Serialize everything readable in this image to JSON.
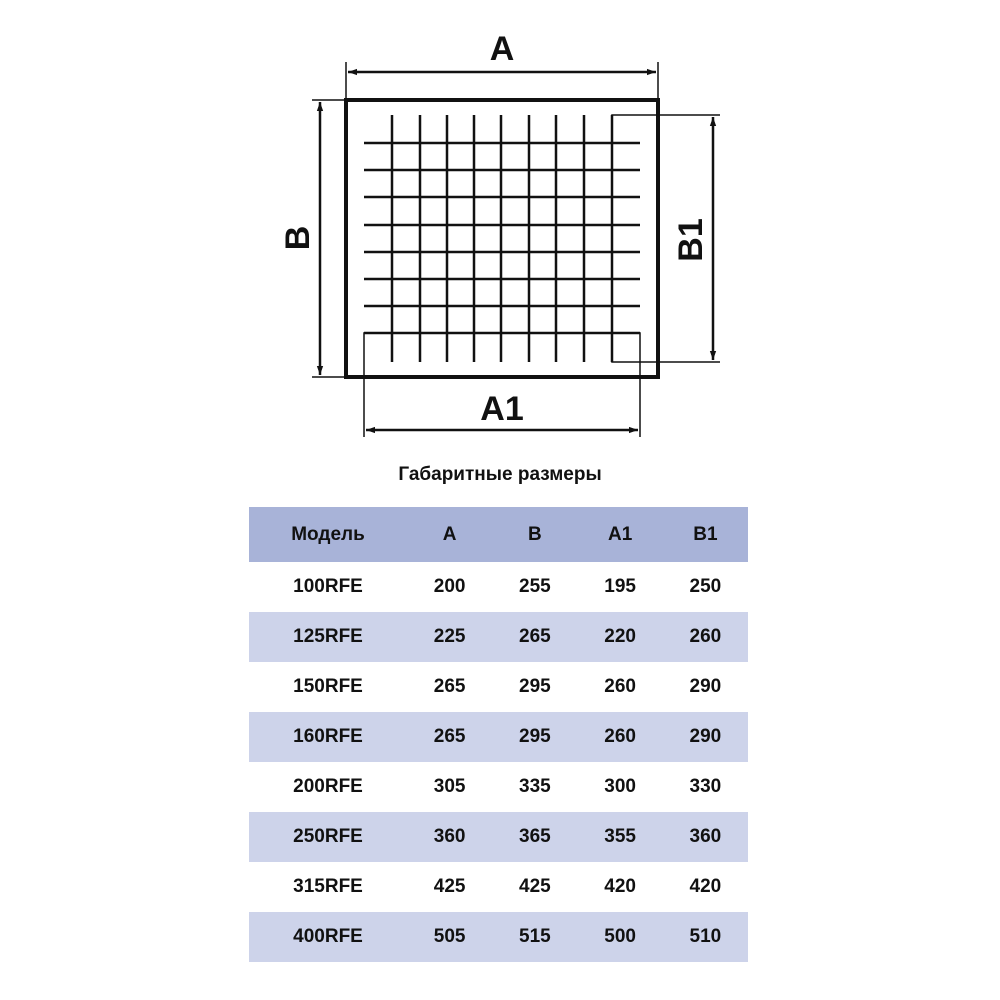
{
  "drawing": {
    "labels": {
      "a": "A",
      "b": "B",
      "a1": "A1",
      "b1": "B1"
    }
  },
  "table": {
    "title": "Габаритные размеры",
    "headers": [
      "Модель",
      "A",
      "B",
      "A1",
      "B1"
    ],
    "rows": [
      [
        "100RFE",
        "200",
        "255",
        "195",
        "250"
      ],
      [
        "125RFE",
        "225",
        "265",
        "220",
        "260"
      ],
      [
        "150RFE",
        "265",
        "295",
        "260",
        "290"
      ],
      [
        "160RFE",
        "265",
        "295",
        "260",
        "290"
      ],
      [
        "200RFE",
        "305",
        "335",
        "300",
        "330"
      ],
      [
        "250RFE",
        "360",
        "365",
        "355",
        "360"
      ],
      [
        "315RFE",
        "425",
        "425",
        "420",
        "420"
      ],
      [
        "400RFE",
        "505",
        "515",
        "500",
        "510"
      ]
    ]
  },
  "colors": {
    "header": "#a8b3d8",
    "stripe": "#cdd3ea"
  }
}
